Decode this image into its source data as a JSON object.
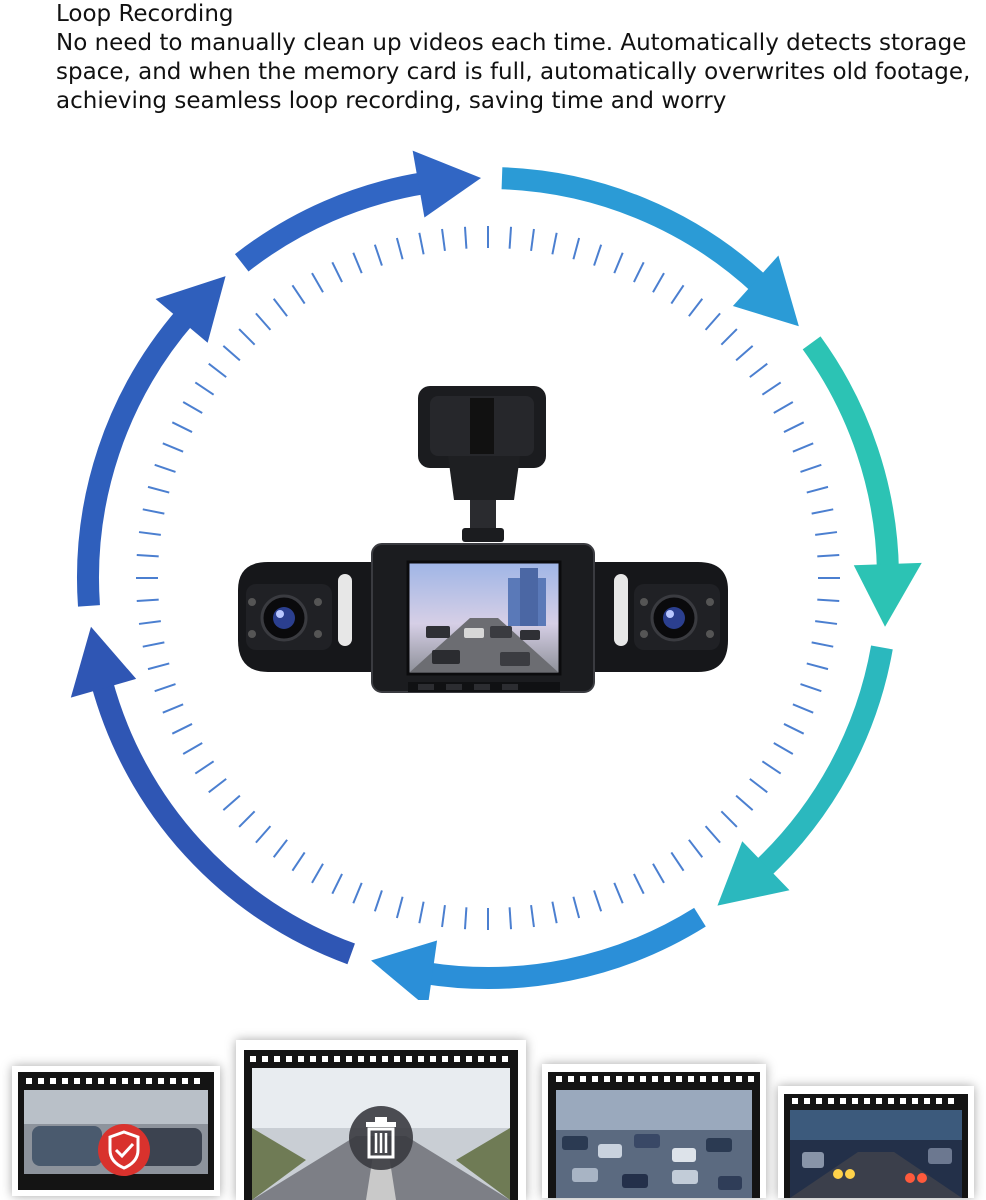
{
  "header": {
    "title": "Loop Recording",
    "description": "No need to manually clean up videos each time. Automatically detects storage space, and when the memory card is full, automatically overwrites old footage, achieving seamless loop recording, saving time and worry"
  },
  "colors": {
    "arc_blue": "#2f56b4",
    "arc_mid": "#2b8fd8",
    "arc_teal": "#2cc3b4",
    "tick": "#4b7fd0",
    "device_body": "#1b1c1f",
    "protect_badge": "#d9322d"
  },
  "icons": {
    "camera": "dashcam-icon",
    "protect": "shield-check-icon",
    "delete": "trash-icon"
  },
  "film_strips": [
    {
      "name": "film-frame-protected",
      "icon": "shield-check-icon"
    },
    {
      "name": "film-frame-deleted",
      "icon": "trash-icon"
    },
    {
      "name": "film-frame-traffic",
      "icon": ""
    },
    {
      "name": "film-frame-night",
      "icon": ""
    }
  ]
}
